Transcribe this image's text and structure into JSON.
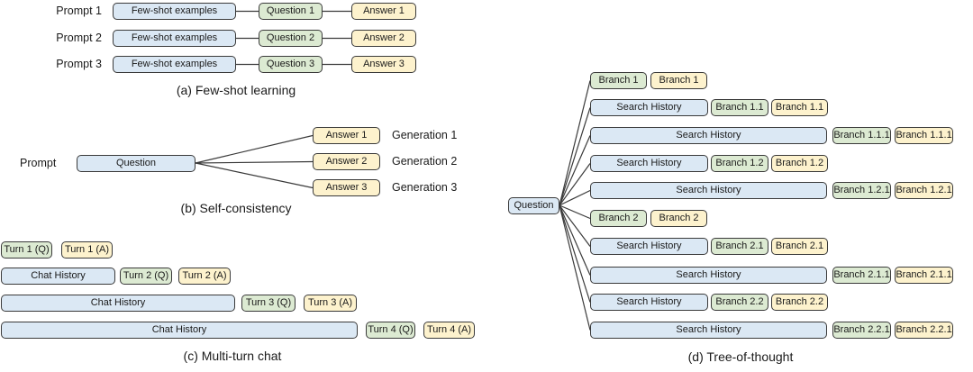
{
  "colors": {
    "box_blue": "#dbe8f4",
    "box_green": "#dcead2",
    "box_yellow": "#fdf2cd",
    "border": "#3a3a3a"
  },
  "panel_a": {
    "caption": "(a) Few-shot learning",
    "rows": [
      {
        "prompt_label": "Prompt 1",
        "examples": "Few-shot examples",
        "question": "Question 1",
        "answer": "Answer 1"
      },
      {
        "prompt_label": "Prompt 2",
        "examples": "Few-shot examples",
        "question": "Question 2",
        "answer": "Answer 2"
      },
      {
        "prompt_label": "Prompt 3",
        "examples": "Few-shot examples",
        "question": "Question 3",
        "answer": "Answer 3"
      }
    ]
  },
  "panel_b": {
    "caption": "(b) Self-consistency",
    "prompt_label": "Prompt",
    "question": "Question",
    "generations": [
      {
        "answer": "Answer 1",
        "label": "Generation 1"
      },
      {
        "answer": "Answer 2",
        "label": "Generation 2"
      },
      {
        "answer": "Answer 3",
        "label": "Generation 3"
      }
    ]
  },
  "panel_c": {
    "caption": "(c) Multi-turn chat",
    "rows": [
      {
        "question": "Turn 1 (Q)",
        "answer": "Turn 1 (A)"
      },
      {
        "history": "Chat History",
        "question": "Turn 2 (Q)",
        "answer": "Turn 2 (A)"
      },
      {
        "history": "Chat History",
        "question": "Turn 3 (Q)",
        "answer": "Turn 3 (A)"
      },
      {
        "history": "Chat History",
        "question": "Turn 4 (Q)",
        "answer": "Turn 4 (A)"
      }
    ]
  },
  "panel_d": {
    "caption": "(d) Tree-of-thought",
    "question": "Question",
    "rows": [
      {
        "green": "Branch 1",
        "yellow": "Branch 1"
      },
      {
        "history": "Search History",
        "green": "Branch 1.1",
        "yellow": "Branch 1.1"
      },
      {
        "history": "Search History",
        "green": "Branch 1.1.1",
        "yellow": "Branch 1.1.1"
      },
      {
        "history": "Search History",
        "green": "Branch 1.2",
        "yellow": "Branch 1.2"
      },
      {
        "history": "Search History",
        "green": "Branch 1.2.1",
        "yellow": "Branch 1.2.1"
      },
      {
        "green": "Branch 2",
        "yellow": "Branch 2"
      },
      {
        "history": "Search History",
        "green": "Branch 2.1",
        "yellow": "Branch 2.1"
      },
      {
        "history": "Search History",
        "green": "Branch 2.1.1",
        "yellow": "Branch 2.1.1"
      },
      {
        "history": "Search History",
        "green": "Branch 2.2",
        "yellow": "Branch 2.2"
      },
      {
        "history": "Search History",
        "green": "Branch 2.2.1",
        "yellow": "Branch 2.2.1"
      }
    ]
  }
}
